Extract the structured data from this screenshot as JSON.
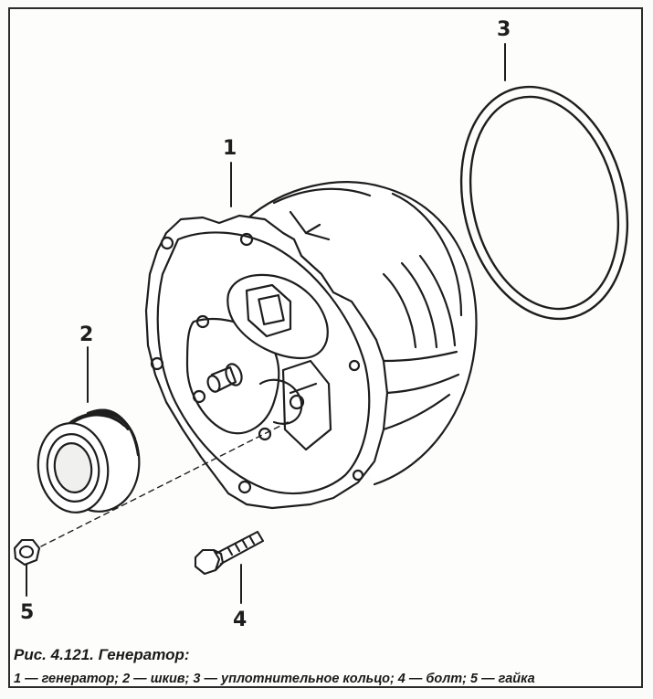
{
  "figure": {
    "callouts": [
      "1",
      "2",
      "3",
      "4",
      "5"
    ],
    "caption": {
      "title": "Рис. 4.121. Генератор:",
      "legend": "1 — генератор; 2 — шкив; 3 — уплотнительное кольцо; 4 — болт; 5 — гайка"
    }
  },
  "colors": {
    "ink": "#1e1e1e",
    "paper": "#fbfbfa",
    "shade": "#d9d9d6"
  },
  "parts": [
    "generator",
    "pulley",
    "sealing-ring",
    "bolt",
    "nut"
  ]
}
